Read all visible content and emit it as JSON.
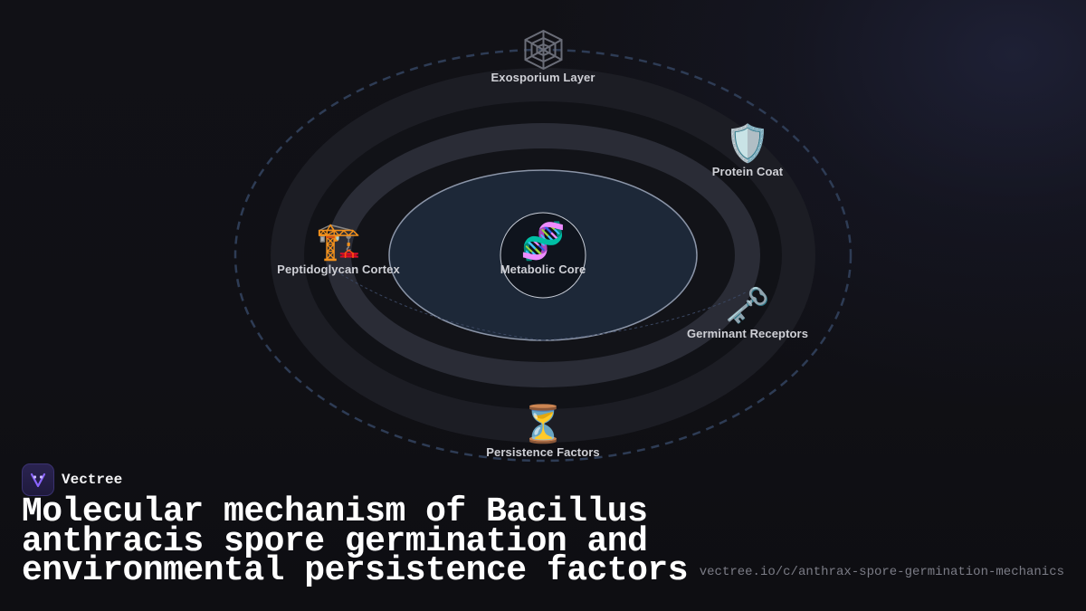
{
  "diagram": {
    "nodes": [
      {
        "id": "exosporium",
        "label": "Exosporium Layer",
        "icon": "spider-web-icon",
        "emoji": "🕸️"
      },
      {
        "id": "protein-coat",
        "label": "Protein Coat",
        "icon": "shield-icon",
        "emoji": "🛡️"
      },
      {
        "id": "cortex",
        "label": "Peptidoglycan Cortex",
        "icon": "construction-crane-icon",
        "emoji": "🏗️"
      },
      {
        "id": "core",
        "label": "Metabolic Core",
        "icon": "dna-icon",
        "emoji": "🧬"
      },
      {
        "id": "receptors",
        "label": "Germinant Receptors",
        "icon": "key-icon",
        "emoji": "🗝️"
      },
      {
        "id": "persistence",
        "label": "Persistence Factors",
        "icon": "hourglass-icon",
        "emoji": "⏳"
      }
    ]
  },
  "brand": {
    "name": "Vectree",
    "logo_icon": "vectree-logo-icon"
  },
  "title": "Molecular mechanism of Bacillus anthracis spore germination and environmental persistence factors",
  "url": "vectree.io/c/anthrax-spore-germination-mechanics",
  "colors": {
    "background": "#0f0f14",
    "ring_dark": "#1c1d24",
    "ring_light": "#2a2c36",
    "core_fill": "#1d2838",
    "dashed_outline": "#2e3c55",
    "brand_accent": "#7b5cff"
  }
}
